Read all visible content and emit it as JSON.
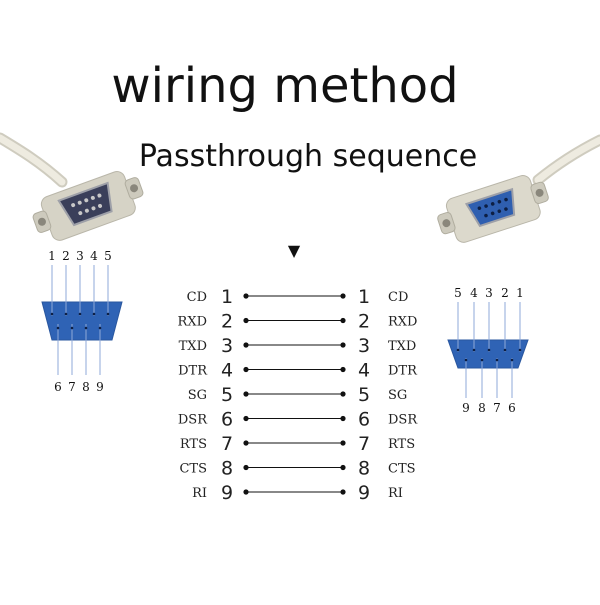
{
  "title": "wiring method",
  "subtitle": "Passthrough sequence",
  "indicator_glyph": "▼",
  "colors": {
    "connector_blue": "#2f63b5",
    "cable": "#e7e4d8",
    "shell": "#d8d5c8",
    "wire": "#111111",
    "pin_line": "#8fa8d8"
  },
  "icons": {
    "male_connector": "db9-male-connector-icon",
    "female_connector": "db9-female-connector-icon",
    "arrow": "down-triangle-icon"
  },
  "left_diagram": {
    "top_pins": [
      "1",
      "2",
      "3",
      "4",
      "5"
    ],
    "bottom_pins": [
      "6",
      "7",
      "8",
      "9"
    ]
  },
  "right_diagram": {
    "top_pins": [
      "5",
      "4",
      "3",
      "2",
      "1"
    ],
    "bottom_pins": [
      "9",
      "8",
      "7",
      "6"
    ]
  },
  "wiring": [
    {
      "left_signal": "CD",
      "left_pin": "1",
      "right_pin": "1",
      "right_signal": "CD"
    },
    {
      "left_signal": "RXD",
      "left_pin": "2",
      "right_pin": "2",
      "right_signal": "RXD"
    },
    {
      "left_signal": "TXD",
      "left_pin": "3",
      "right_pin": "3",
      "right_signal": "TXD"
    },
    {
      "left_signal": "DTR",
      "left_pin": "4",
      "right_pin": "4",
      "right_signal": "DTR"
    },
    {
      "left_signal": "SG",
      "left_pin": "5",
      "right_pin": "5",
      "right_signal": "SG"
    },
    {
      "left_signal": "DSR",
      "left_pin": "6",
      "right_pin": "6",
      "right_signal": "DSR"
    },
    {
      "left_signal": "RTS",
      "left_pin": "7",
      "right_pin": "7",
      "right_signal": "RTS"
    },
    {
      "left_signal": "CTS",
      "left_pin": "8",
      "right_pin": "8",
      "right_signal": "CTS"
    },
    {
      "left_signal": "RI",
      "left_pin": "9",
      "right_pin": "9",
      "right_signal": "RI"
    }
  ]
}
